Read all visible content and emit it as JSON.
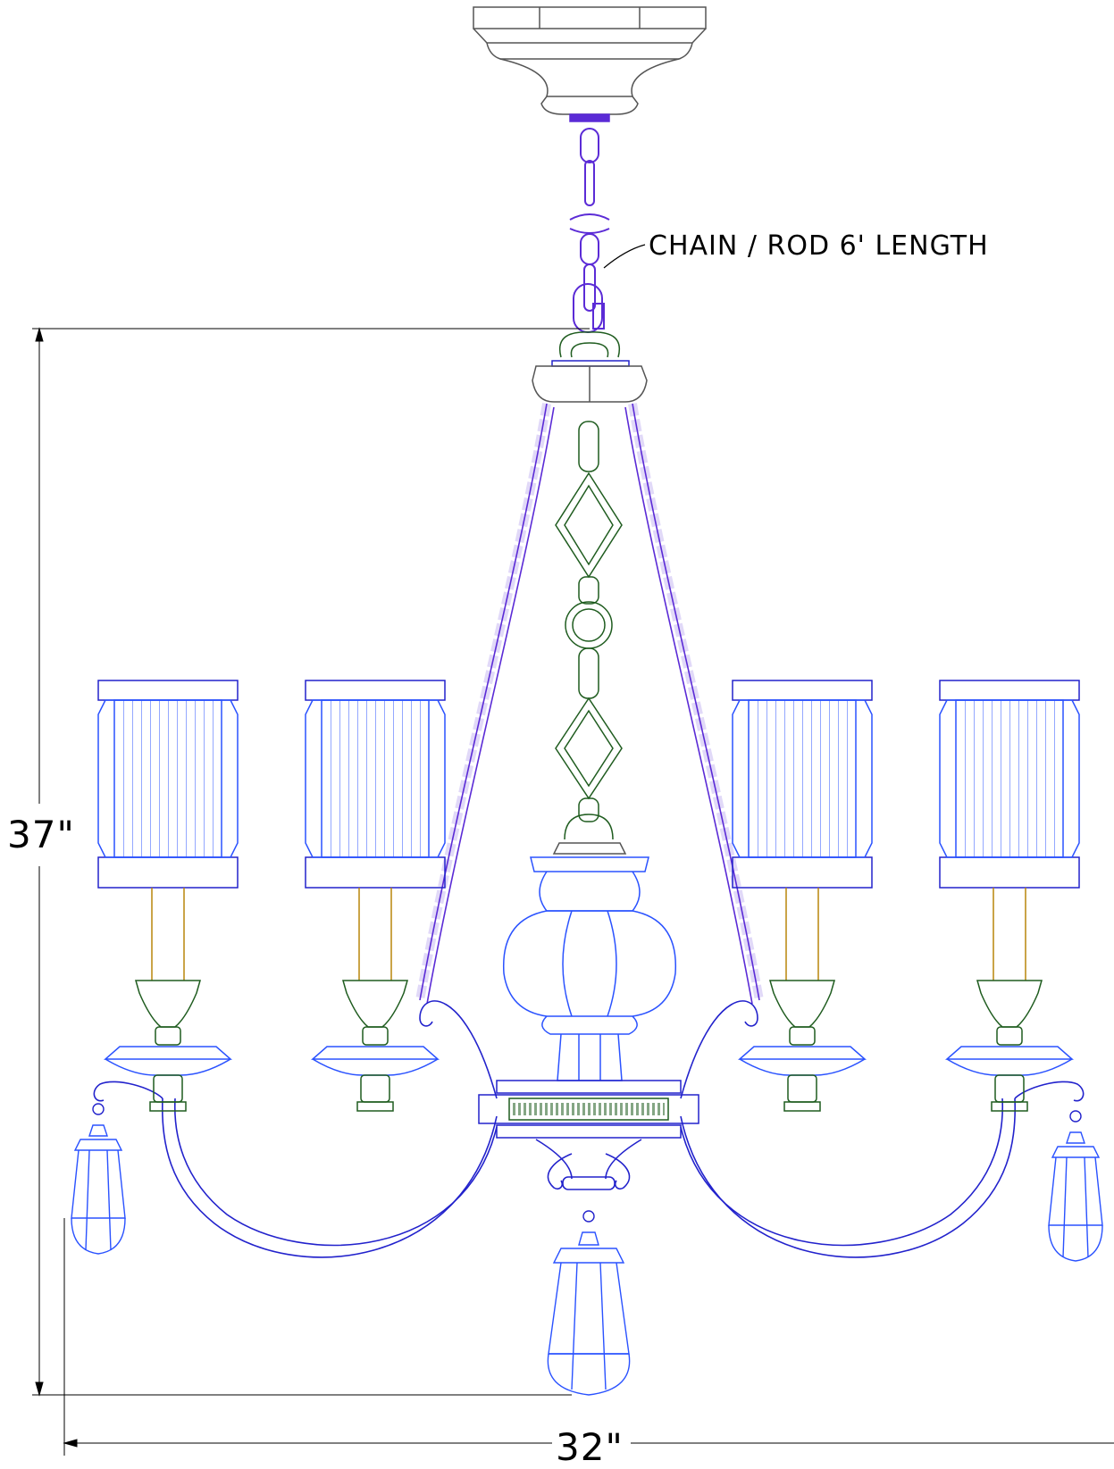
{
  "annotations": {
    "chain_label": "CHAIN / ROD 6' LENGTH",
    "height_dim": "37\"",
    "width_dim": "32\""
  },
  "colors": {
    "chain": "#5b2bd6",
    "crystal": "#2a52ff",
    "metal": "#1f5c1f",
    "frame": "#2222cc",
    "canopy": "#7a7a7a",
    "wire": "#b8860b"
  }
}
